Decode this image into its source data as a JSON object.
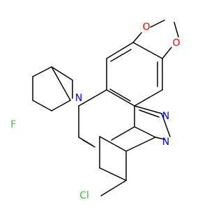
{
  "labels": {
    "o_top": "O",
    "o_right": "O",
    "n_ring": "N",
    "n_pyrazole_upper": "N",
    "n_pyrazole_lower": "N",
    "fluorine": "F",
    "chlorine": "Cl"
  },
  "colors": {
    "oxygen": "#ff0000",
    "nitrogen": "#0000ff",
    "fluorine": "#33cc33",
    "chlorine": "#33cc33",
    "carbon": "#000000"
  }
}
